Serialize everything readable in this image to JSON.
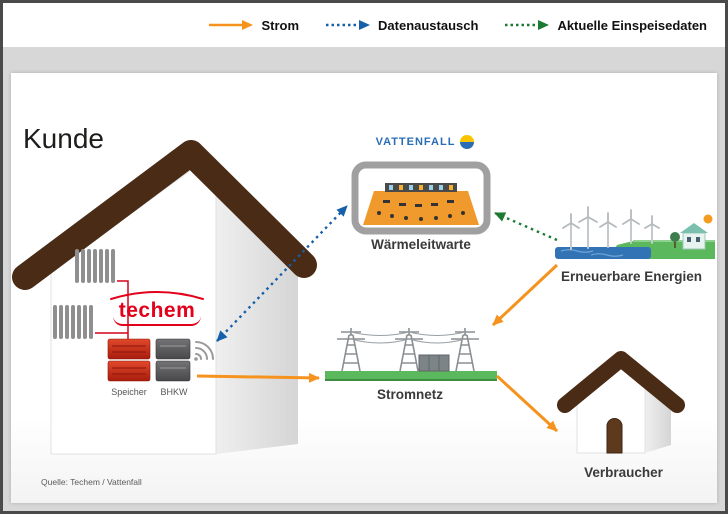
{
  "legend": {
    "items": [
      {
        "label": "Strom",
        "color": "#F6921E",
        "line_style": "solid"
      },
      {
        "label": "Datenaustausch",
        "color": "#1560A8",
        "line_style": "dotted"
      },
      {
        "label": "Aktuelle Einspeisedaten",
        "color": "#1D7A33",
        "line_style": "dotted"
      }
    ]
  },
  "diagram": {
    "customer": {
      "title": "Kunde",
      "brand": "techem",
      "storage_label": "Speicher",
      "chp_label": "BHKW"
    },
    "control_center": {
      "brand": "VATTENFALL",
      "label": "Wärmeleitwarte"
    },
    "renewables": {
      "label": "Erneuerbare Energien"
    },
    "grid": {
      "label": "Stromnetz"
    },
    "consumer": {
      "label": "Verbraucher"
    },
    "flows": [
      {
        "from": "BHKW (Kunde)",
        "to": "Wärmeleitwarte",
        "type": "Datenaustausch",
        "bidirectional": true
      },
      {
        "from": "Erneuerbare Energien",
        "to": "Wärmeleitwarte",
        "type": "Aktuelle Einspeisedaten",
        "bidirectional": false
      },
      {
        "from": "BHKW (Kunde)",
        "to": "Stromnetz",
        "type": "Strom",
        "bidirectional": false
      },
      {
        "from": "Erneuerbare Energien",
        "to": "Stromnetz",
        "type": "Strom",
        "bidirectional": false
      },
      {
        "from": "Stromnetz",
        "to": "Verbraucher",
        "type": "Strom",
        "bidirectional": false
      }
    ]
  },
  "colors": {
    "accent_orange": "#F6921E",
    "accent_blue": "#1560A8",
    "accent_green": "#1D7A33",
    "roof_brown": "#4A2B15",
    "techem_red": "#E2001A",
    "vattenfall_blue": "#2A6DB5",
    "vattenfall_yellow": "#F8C300"
  },
  "source_note": "Quelle: Techem / Vattenfall"
}
